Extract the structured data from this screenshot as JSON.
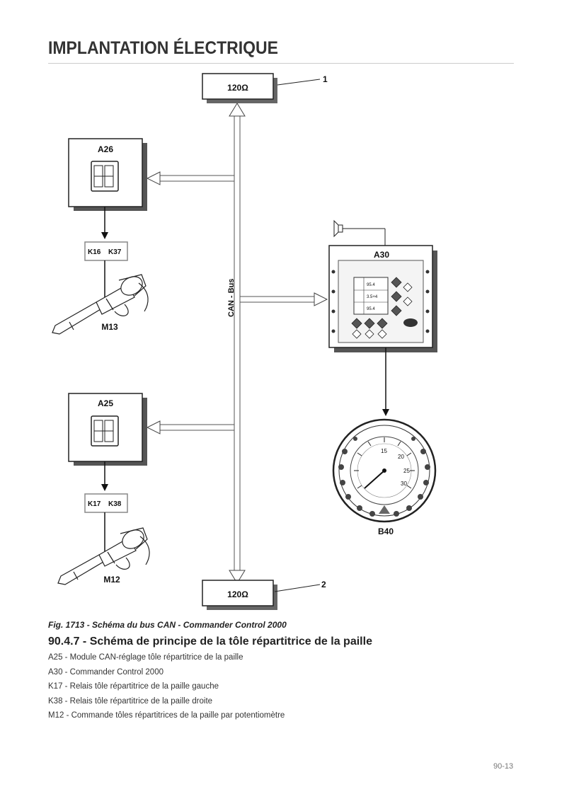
{
  "header": {
    "title": "IMPLANTATION ÉLECTRIQUE"
  },
  "diagram": {
    "bus_label": "CAN - Bus",
    "terminators": [
      {
        "label": "120Ω",
        "callout": "1"
      },
      {
        "label": "120Ω",
        "callout": "2"
      }
    ],
    "modules": [
      {
        "label": "A26"
      },
      {
        "label": "A25"
      }
    ],
    "relays": [
      {
        "left": "K16",
        "right": "K37"
      },
      {
        "left": "K17",
        "right": "K38"
      }
    ],
    "actuators": [
      {
        "label": "M13"
      },
      {
        "label": "M12"
      }
    ],
    "console": {
      "label": "A30",
      "screen_rows": [
        "95.4",
        "3.5+4",
        "95.4"
      ]
    },
    "dashboard": {
      "label": "B40",
      "tick_labels": [
        "15",
        "20",
        "25",
        "30"
      ]
    }
  },
  "caption": "Fig. 1713 - Schéma du bus CAN - Commander Control 2000",
  "section_heading": "90.4.7 - Schéma de principe de la tôle répartitrice de la paille",
  "legend": [
    "A25 - Module CAN-réglage tôle répartitrice de la paille",
    "A30 - Commander Control 2000",
    "K17 - Relais tôle répartitrice de la paille gauche",
    "K38 - Relais tôle répartitrice de la paille droite",
    "M12 - Commande tôles répartitrices de la paille par potentiomètre"
  ],
  "footer": {
    "page_number": "90-13"
  }
}
